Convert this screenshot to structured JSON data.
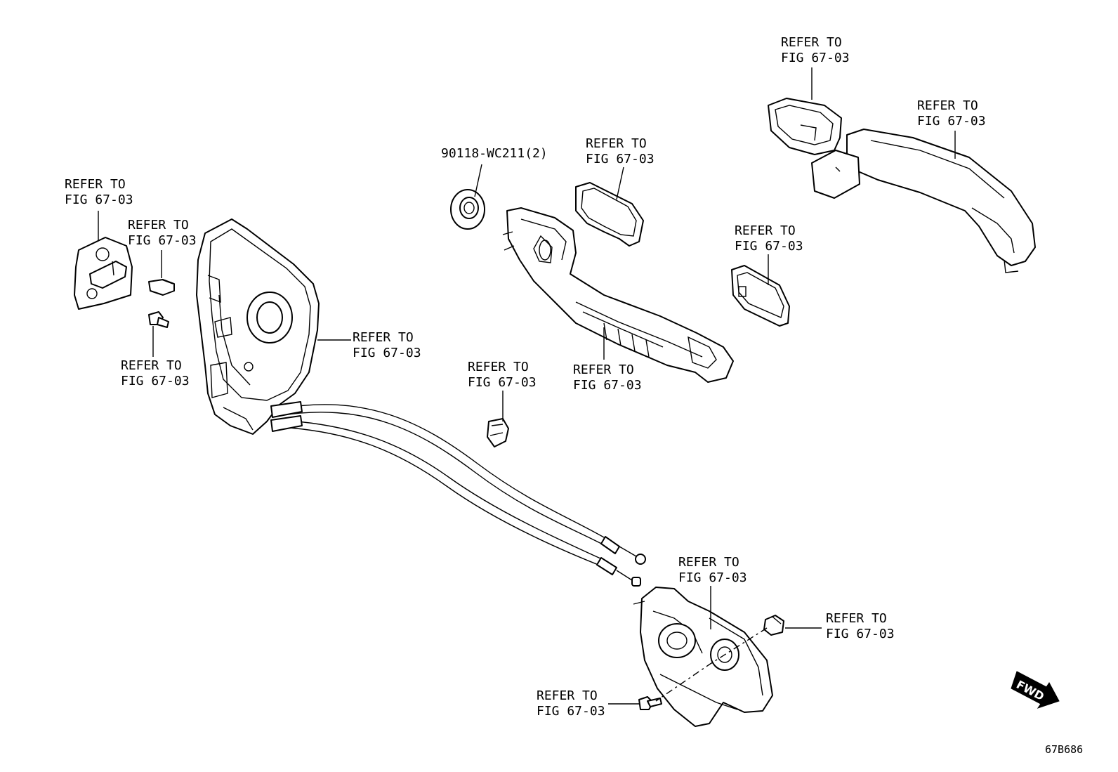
{
  "callouts": {
    "striker": {
      "line1": "REFER TO",
      "line2": "FIG 67-03"
    },
    "striker_screw": {
      "line1": "REFER TO",
      "line2": "FIG 67-03"
    },
    "stud": {
      "line1": "REFER TO",
      "line2": "FIG 67-03"
    },
    "lock_assembly": {
      "line1": "REFER TO",
      "line2": "FIG 67-03"
    },
    "plug": {
      "line1": "90118-WC211(2)"
    },
    "handle_pad": {
      "line1": "REFER TO",
      "line2": "FIG 67-03"
    },
    "handle_frame": {
      "line1": "REFER TO",
      "line2": "FIG 67-03"
    },
    "clip": {
      "line1": "REFER TO",
      "line2": "FIG 67-03"
    },
    "handle_cover": {
      "line1": "REFER TO",
      "line2": "FIG 67-03"
    },
    "outside_handle": {
      "line1": "REFER TO",
      "line2": "FIG 67-03"
    },
    "small_pad": {
      "line1": "REFER TO",
      "line2": "FIG 67-03"
    },
    "inside_handle": {
      "line1": "REFER TO",
      "line2": "FIG 67-03"
    },
    "cap": {
      "line1": "REFER TO",
      "line2": "FIG 67-03"
    },
    "inside_screw": {
      "line1": "REFER TO",
      "line2": "FIG 67-03"
    }
  },
  "direction_marker": {
    "label": "FWD"
  },
  "figure_reference": "67B686"
}
